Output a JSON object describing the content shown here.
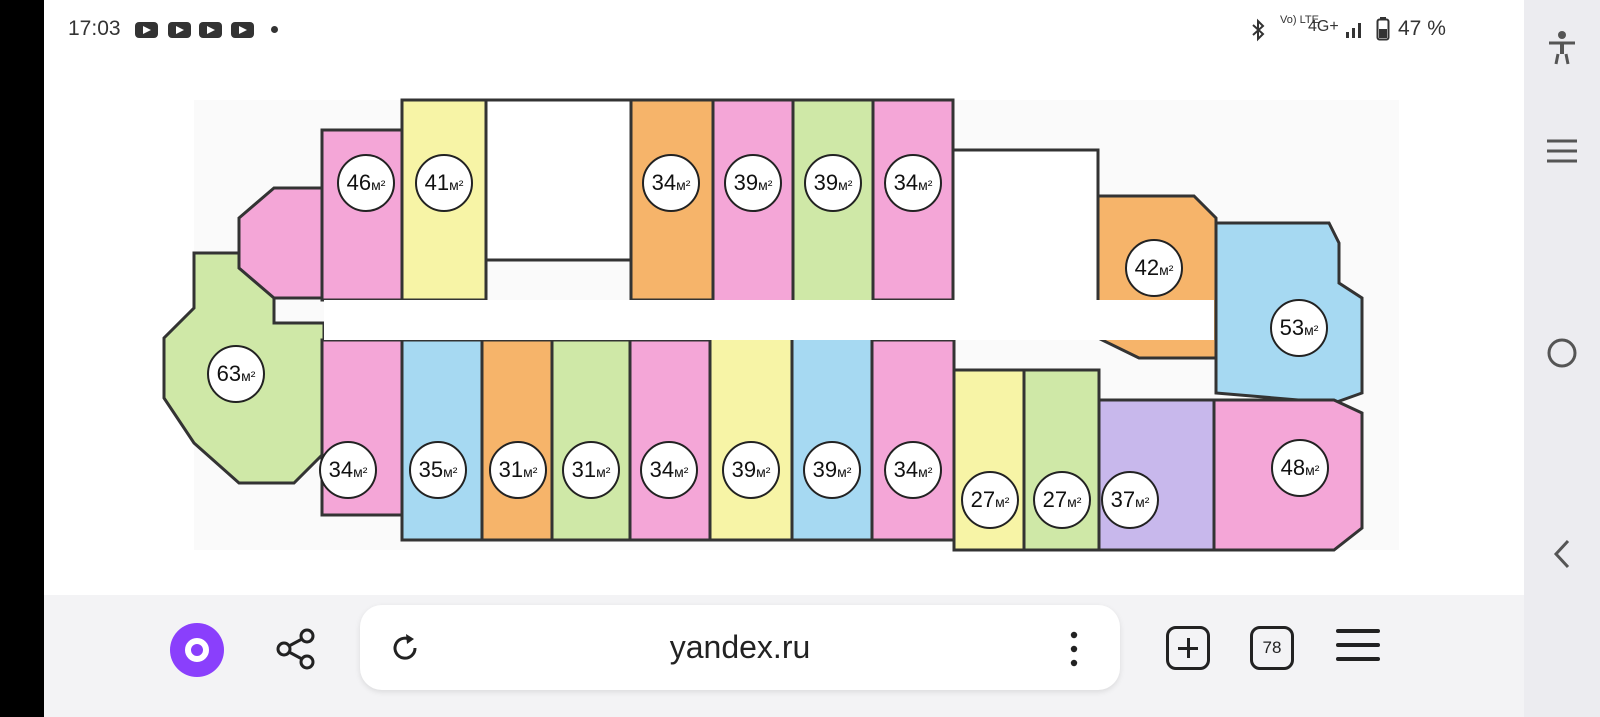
{
  "status_bar": {
    "time": "17:03",
    "notification_icons": [
      "youtube-icon",
      "youtube-icon",
      "youtube-icon",
      "youtube-icon"
    ],
    "network": "4G+",
    "volte": "Vo) LTE",
    "battery": "47 %"
  },
  "floor_plan": {
    "unit_label": "м²",
    "top_row": [
      "46",
      "41",
      "34",
      "39",
      "39",
      "34"
    ],
    "bottom_row": [
      "34",
      "35",
      "31",
      "31",
      "34",
      "39",
      "39",
      "34"
    ],
    "left_wing": [
      "63"
    ],
    "right_wing": [
      "42",
      "53",
      "27",
      "27",
      "37",
      "48"
    ]
  },
  "browser_bar": {
    "url": "yandex.ru",
    "tabs_count": "78"
  },
  "colors": {
    "pink": "#f4a6d7",
    "yellow": "#f7f4a6",
    "orange": "#f6b46a",
    "green": "#cfe8a7",
    "blue": "#a6d9f2",
    "lilac": "#c8b8ec",
    "alice": "#8a3ffc"
  }
}
